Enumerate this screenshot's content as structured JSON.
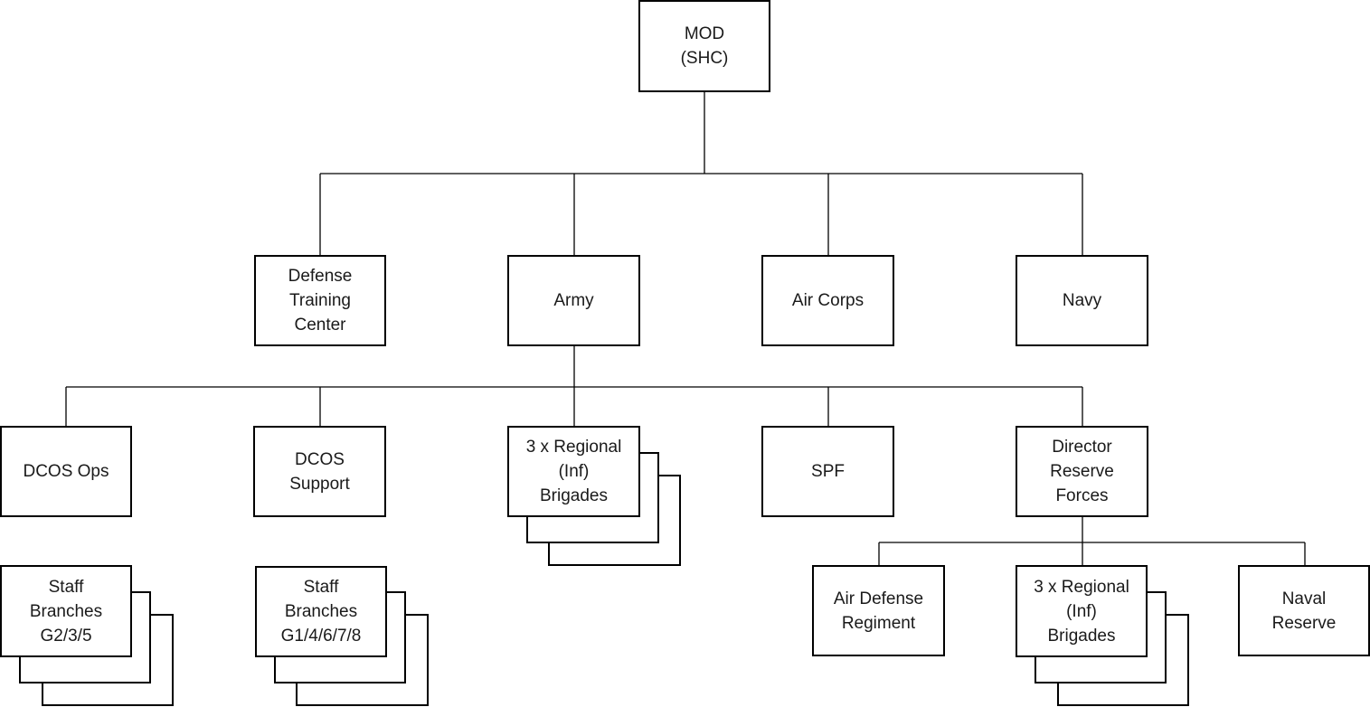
{
  "nodes": {
    "mod": [
      "MOD",
      "(SHC)"
    ],
    "defense_training": [
      "Defense",
      "Training",
      "Center"
    ],
    "army": [
      "Army"
    ],
    "air_corps": [
      "Air Corps"
    ],
    "navy": [
      "Navy"
    ],
    "dcos_ops": [
      "DCOS Ops"
    ],
    "dcos_support": [
      "DCOS",
      "Support"
    ],
    "regional_brigades_army": [
      "3 x Regional",
      "(Inf)",
      "Brigades"
    ],
    "spf": [
      "SPF"
    ],
    "director_reserve": [
      "Director",
      "Reserve",
      "Forces"
    ],
    "staff_g235": [
      "Staff",
      "Branches",
      "G2/3/5"
    ],
    "staff_g14678": [
      "Staff",
      "Branches",
      "G1/4/6/7/8"
    ],
    "air_defense": [
      "Air Defense",
      "Regiment"
    ],
    "regional_brigades_reserve": [
      "3 x Regional",
      "(Inf)",
      "Brigades"
    ],
    "naval_reserve": [
      "Naval",
      "Reserve"
    ]
  }
}
